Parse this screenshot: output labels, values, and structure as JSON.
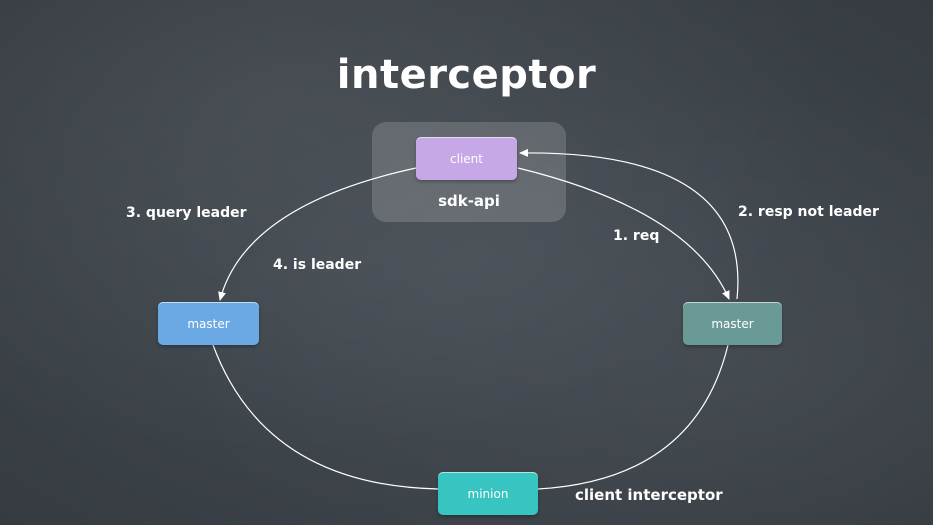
{
  "title": "interceptor",
  "group_label": "sdk-api",
  "nodes": {
    "client": "client",
    "master_left": "master",
    "master_right": "master",
    "minion": "minion"
  },
  "edge_labels": {
    "req": "1. req",
    "resp_not_leader": "2. resp not leader",
    "query_leader": "3. query leader",
    "is_leader": "4. is leader"
  },
  "footer_label": "client interceptor",
  "colors": {
    "client": "#c6a8e6",
    "master_left": "#6aa9e3",
    "master_right": "#6a9a96",
    "minion": "#38c4c0",
    "edge": "#ffffff"
  }
}
